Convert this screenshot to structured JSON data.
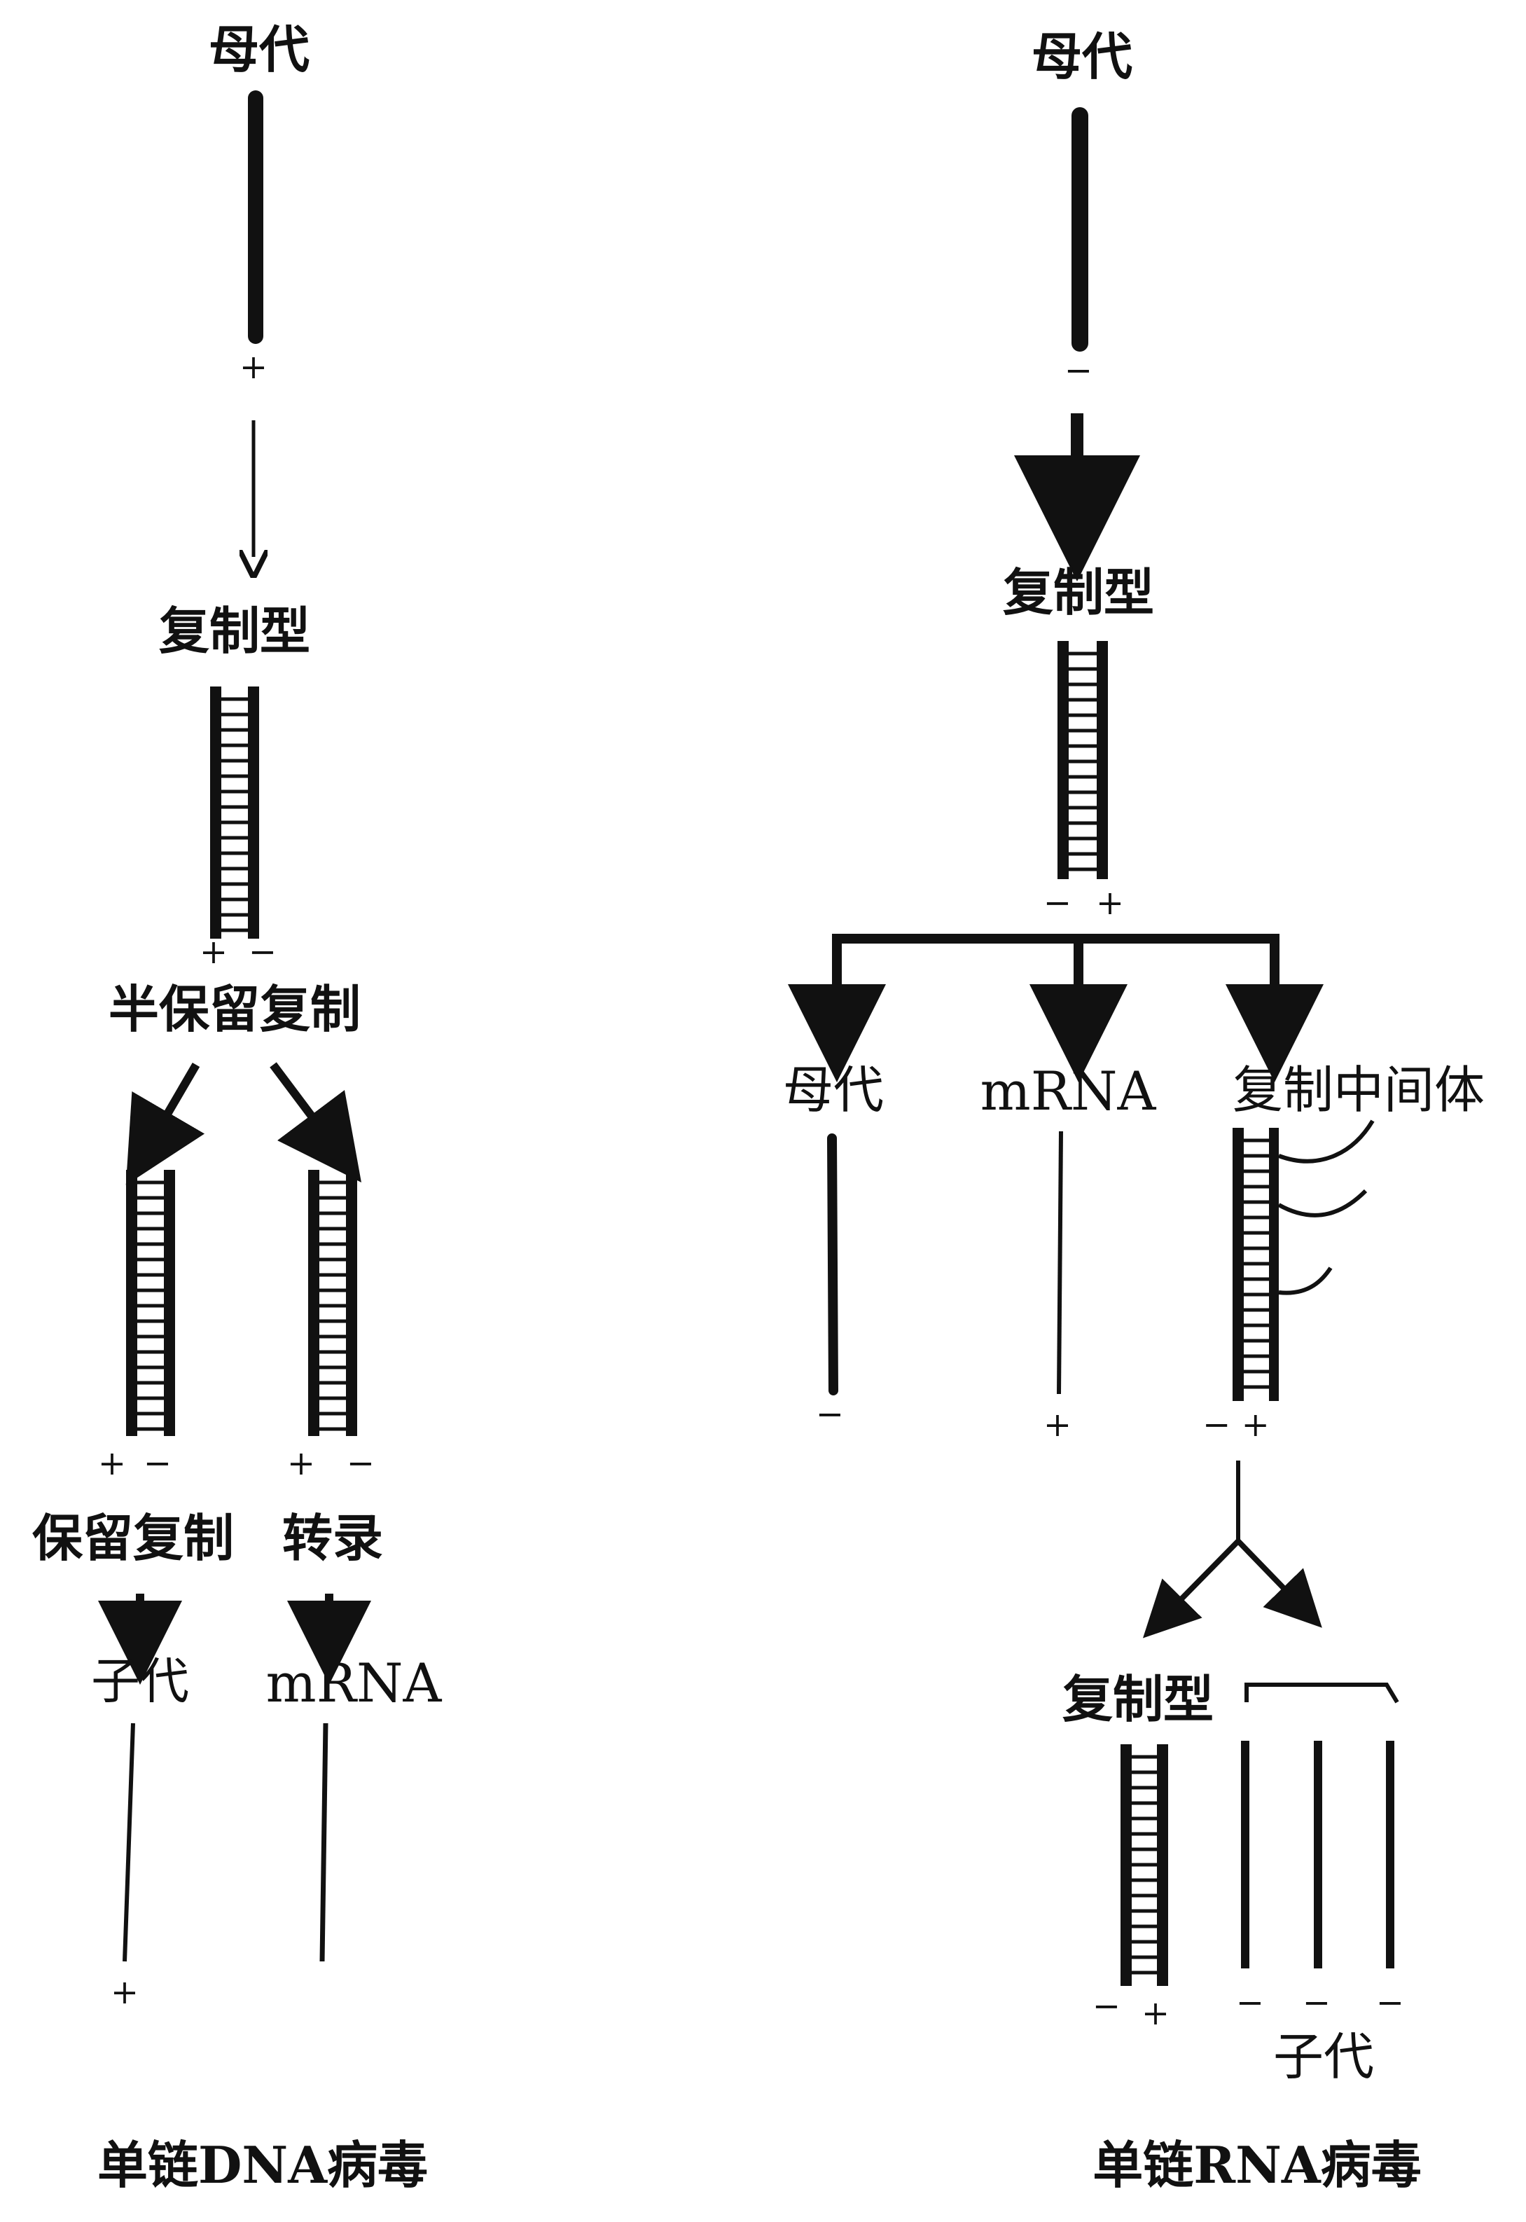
{
  "left": {
    "title": "母代",
    "strand_sign": "+",
    "replicative_label": "复制型",
    "replicative_signs": [
      "+",
      "−"
    ],
    "semi_label": "半保留复制",
    "left_branch": {
      "signs": [
        "+",
        "−"
      ],
      "label": "保留复制",
      "product": "子代",
      "product_sign": "+"
    },
    "right_branch": {
      "signs": [
        "+",
        "−"
      ],
      "label": "转录",
      "product": "mRNA"
    },
    "caption": "单链DNA病毒"
  },
  "right": {
    "title": "母代",
    "strand_sign": "−",
    "replicative_label": "复制型",
    "replicative_signs": [
      "−",
      "+"
    ],
    "branch_labels": [
      "母代",
      "mRNA",
      "复制中间体"
    ],
    "branch_signs": [
      "−",
      "+",
      "− +"
    ],
    "bottom_replicative_label": "复制型",
    "bottom_replicative_signs": [
      "−",
      "+"
    ],
    "progeny_signs": [
      "−",
      "−",
      "−"
    ],
    "progeny_label": "子代",
    "caption": "单链RNA病毒"
  },
  "colors": {
    "ink": "#111111",
    "background": "#ffffff"
  }
}
